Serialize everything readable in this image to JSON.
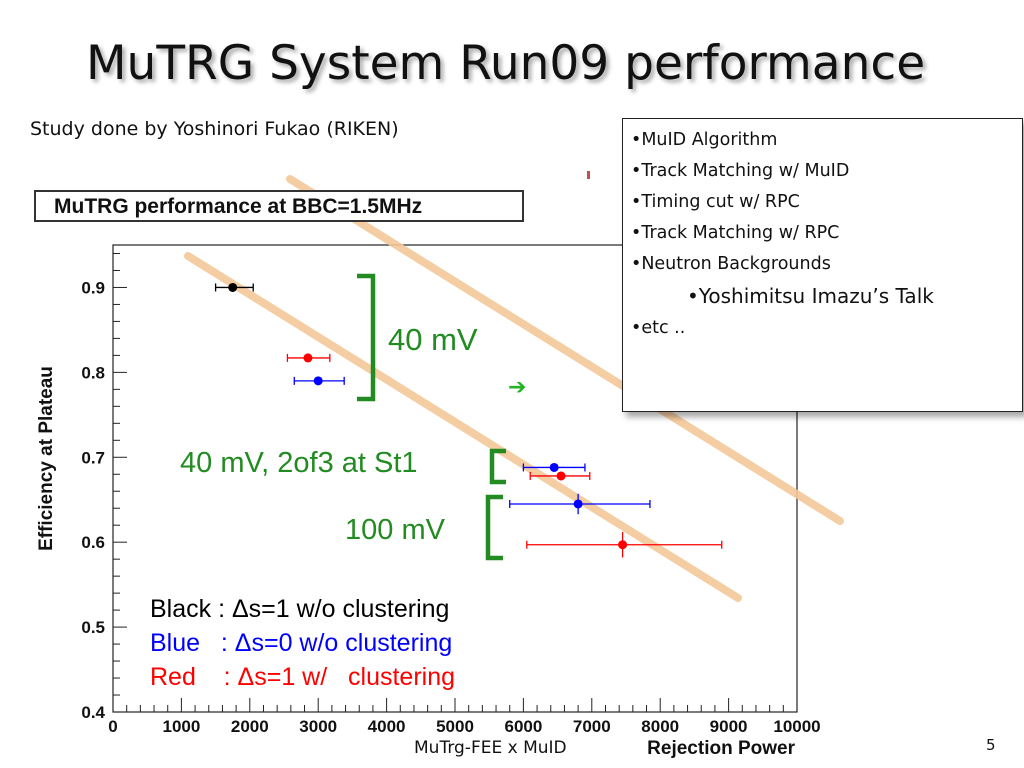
{
  "slide": {
    "title": "MuTRG System Run09 performance",
    "subtitle": "Study done by Yoshinori Fukao (RIKEN)",
    "footer": "MuTrg-FEE x MuID",
    "page_number": "5"
  },
  "info_box": {
    "items": [
      {
        "text": "•MuID Algorithm"
      },
      {
        "text": "•Track Matching w/ MuID"
      },
      {
        "text": "•Timing cut w/ RPC"
      },
      {
        "text": "•Track Matching w/ RPC"
      },
      {
        "text": "•Neutron Backgrounds"
      },
      {
        "text": "•Yoshimitsu Imazu’s Talk"
      },
      {
        "text": "•etc .."
      }
    ]
  },
  "colors": {
    "black_series": "#000000",
    "blue_series": "#0000ff",
    "red_series": "#ff0000",
    "annotation_green": "#228b22",
    "trend_line_orange": "#f5c89a"
  },
  "chart_data": {
    "type": "scatter",
    "title": "MuTRG performance at BBC=1.5MHz",
    "xlabel": "Rejection Power",
    "ylabel": "Efficiency at Plateau",
    "xlim": [
      0,
      10000
    ],
    "ylim": [
      0.4,
      0.95
    ],
    "x_ticks": [
      "0",
      "1000",
      "2000",
      "3000",
      "4000",
      "5000",
      "6000",
      "7000",
      "8000",
      "9000",
      "10000"
    ],
    "y_ticks": [
      "0.4",
      "0.5",
      "0.6",
      "0.7",
      "0.8",
      "0.9"
    ],
    "series": [
      {
        "name": "Black : Δs=1 w/o clustering",
        "color": "#000000",
        "points": [
          {
            "x": 1750,
            "y": 0.9,
            "xerr_lo": 250,
            "xerr_hi": 300,
            "yerr": 0.005
          }
        ]
      },
      {
        "name": "Blue   : Δs=0 w/o clustering",
        "color": "#0000ff",
        "points": [
          {
            "x": 3000,
            "y": 0.79,
            "xerr_lo": 350,
            "xerr_hi": 380,
            "yerr": 0.005
          },
          {
            "x": 6450,
            "y": 0.688,
            "xerr_lo": 450,
            "xerr_hi": 450,
            "yerr": 0.005
          },
          {
            "x": 6800,
            "y": 0.645,
            "xerr_lo": 1000,
            "xerr_hi": 1050,
            "yerr": 0.012
          }
        ]
      },
      {
        "name": "Red    : Δs=1 w/   clustering",
        "color": "#ff0000",
        "points": [
          {
            "x": 2850,
            "y": 0.817,
            "xerr_lo": 300,
            "xerr_hi": 320,
            "yerr": 0.004
          },
          {
            "x": 6550,
            "y": 0.678,
            "xerr_lo": 450,
            "xerr_hi": 420,
            "yerr": 0.005
          },
          {
            "x": 7450,
            "y": 0.597,
            "xerr_lo": 1400,
            "xerr_hi": 1450,
            "yerr": 0.015
          }
        ]
      }
    ],
    "annotations": [
      {
        "text": "40 mV"
      },
      {
        "text": "40 mV, 2of3 at St1"
      },
      {
        "text": "100 mV"
      }
    ],
    "legend": [
      {
        "text": "Black : Δs=1 w/o clustering",
        "color": "#000000"
      },
      {
        "text": "Blue   : Δs=0 w/o clustering",
        "color": "#0000ff"
      },
      {
        "text": "Red    : Δs=1 w/   clustering",
        "color": "#ff0000"
      }
    ]
  }
}
